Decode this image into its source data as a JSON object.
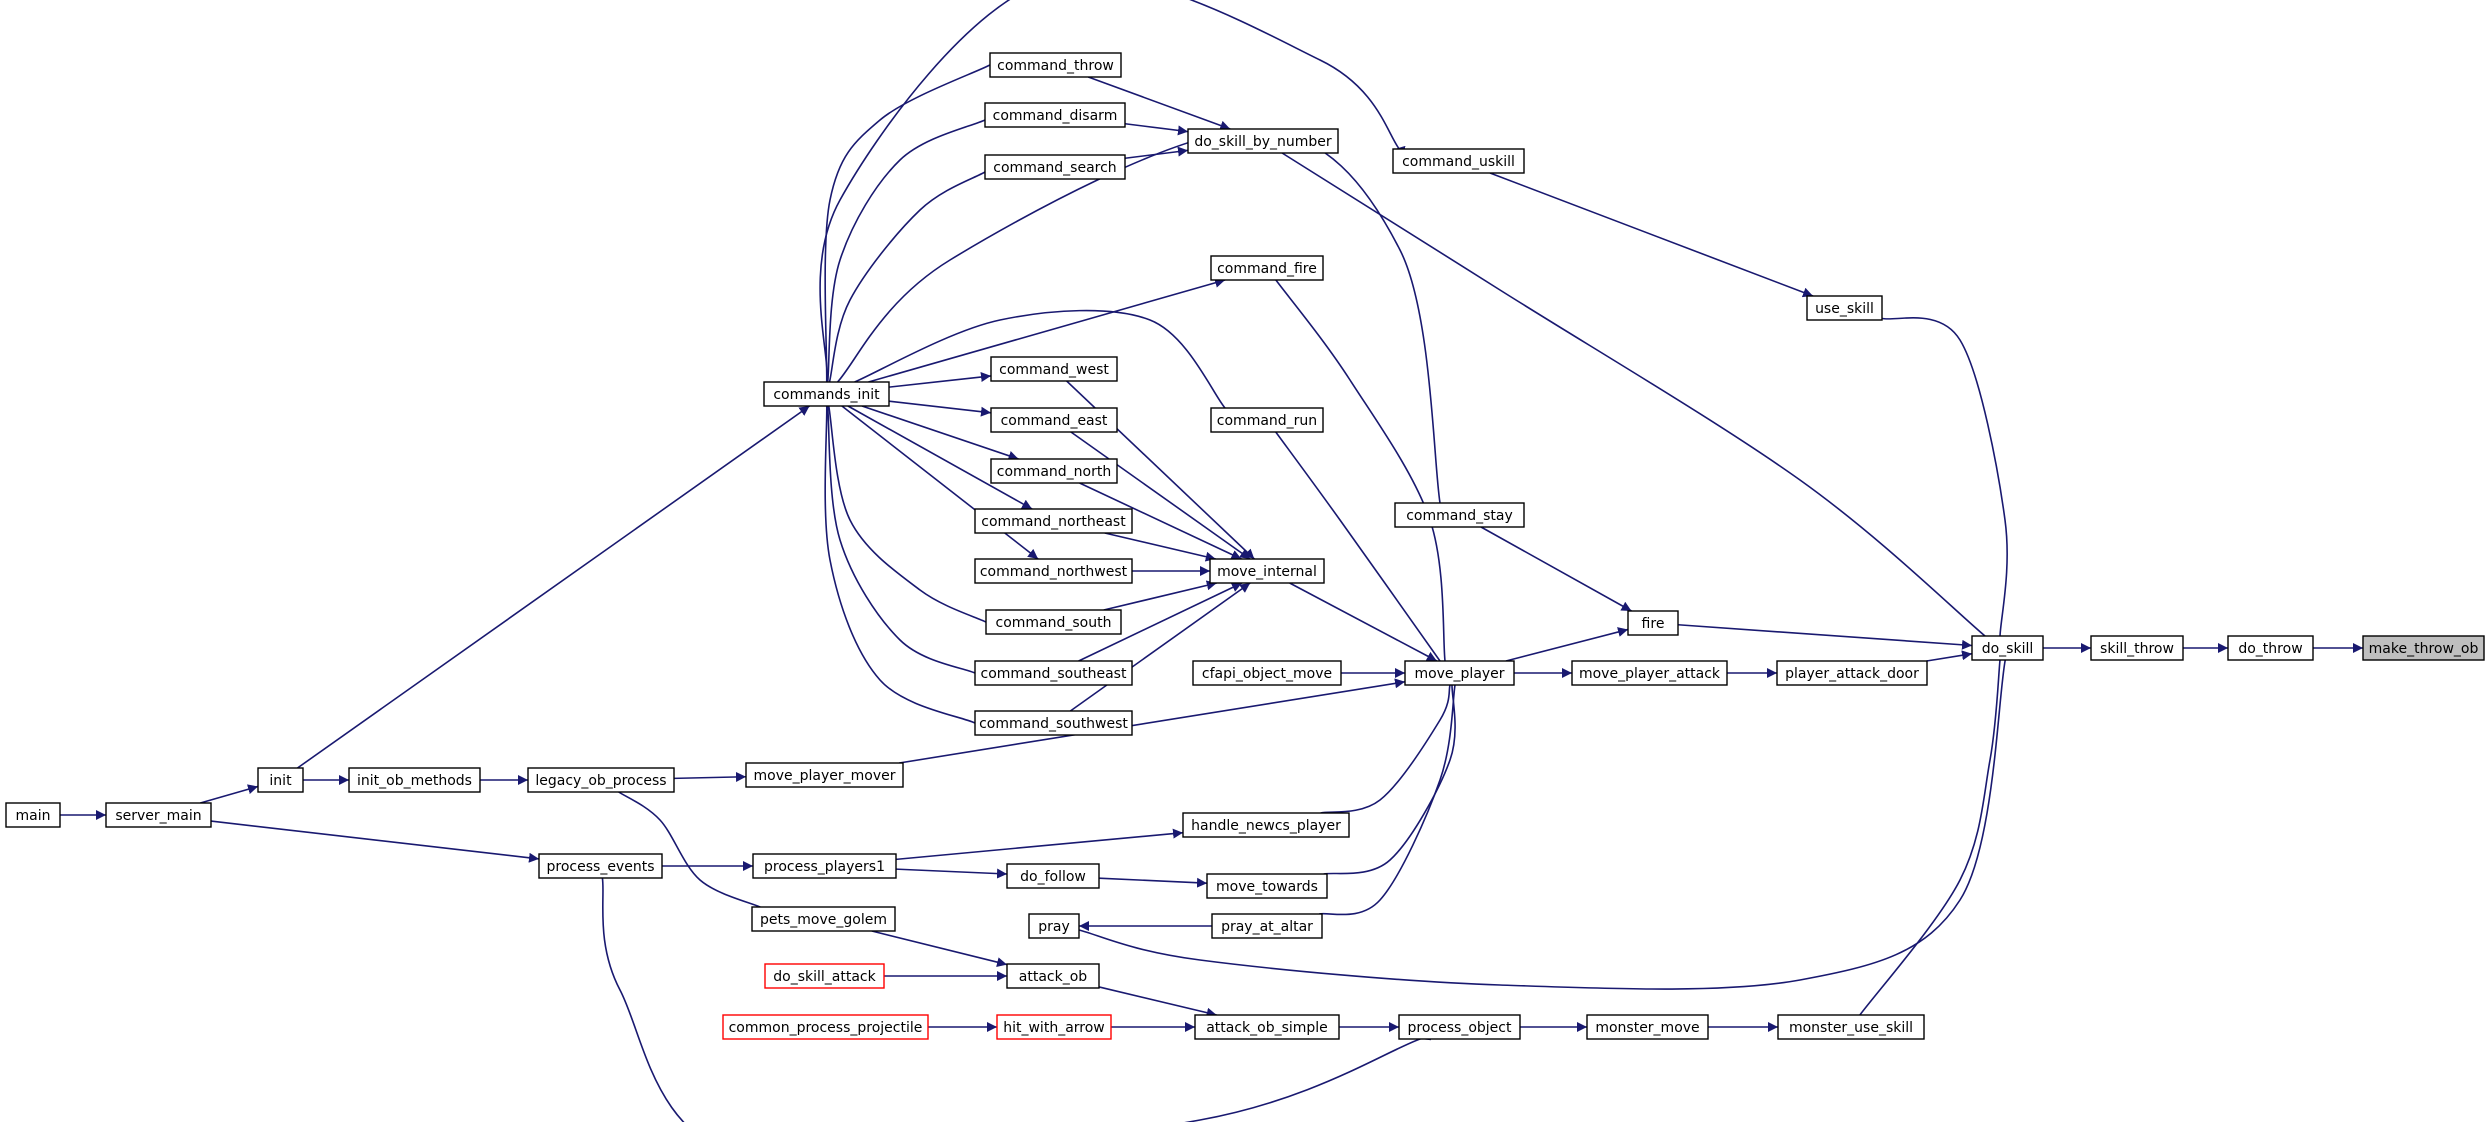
{
  "colors": {
    "edge": "#191970",
    "node_border": "#000000",
    "external_border": "#ff0000",
    "root_fill": "#bfbfbf"
  },
  "nodes": [
    {
      "id": "make_throw_ob",
      "label": "make_throw_ob",
      "style": "root"
    },
    {
      "id": "do_throw",
      "label": "do_throw"
    },
    {
      "id": "skill_throw",
      "label": "skill_throw"
    },
    {
      "id": "do_skill",
      "label": "do_skill"
    },
    {
      "id": "use_skill",
      "label": "use_skill"
    },
    {
      "id": "command_uskill",
      "label": "command_uskill"
    },
    {
      "id": "do_skill_by_number",
      "label": "do_skill_by_number"
    },
    {
      "id": "command_throw",
      "label": "command_throw"
    },
    {
      "id": "command_disarm",
      "label": "command_disarm"
    },
    {
      "id": "command_search",
      "label": "command_search"
    },
    {
      "id": "command_fire",
      "label": "command_fire"
    },
    {
      "id": "command_west",
      "label": "command_west"
    },
    {
      "id": "command_east",
      "label": "command_east"
    },
    {
      "id": "command_run",
      "label": "command_run"
    },
    {
      "id": "command_north",
      "label": "command_north"
    },
    {
      "id": "command_northeast",
      "label": "command_northeast"
    },
    {
      "id": "command_stay",
      "label": "command_stay"
    },
    {
      "id": "command_northwest",
      "label": "command_northwest"
    },
    {
      "id": "move_internal",
      "label": "move_internal"
    },
    {
      "id": "command_south",
      "label": "command_south"
    },
    {
      "id": "command_southeast",
      "label": "command_southeast"
    },
    {
      "id": "command_southwest",
      "label": "command_southwest"
    },
    {
      "id": "commands_init",
      "label": "commands_init"
    },
    {
      "id": "fire",
      "label": "fire"
    },
    {
      "id": "move_player",
      "label": "move_player"
    },
    {
      "id": "cfapi_object_move",
      "label": "cfapi_object_move"
    },
    {
      "id": "move_player_attack",
      "label": "move_player_attack"
    },
    {
      "id": "player_attack_door",
      "label": "player_attack_door"
    },
    {
      "id": "main",
      "label": "main"
    },
    {
      "id": "server_main",
      "label": "server_main"
    },
    {
      "id": "init",
      "label": "init"
    },
    {
      "id": "init_ob_methods",
      "label": "init_ob_methods"
    },
    {
      "id": "legacy_ob_process",
      "label": "legacy_ob_process"
    },
    {
      "id": "move_player_mover",
      "label": "move_player_mover"
    },
    {
      "id": "handle_newcs_player",
      "label": "handle_newcs_player"
    },
    {
      "id": "process_events",
      "label": "process_events"
    },
    {
      "id": "process_players1",
      "label": "process_players1"
    },
    {
      "id": "do_follow",
      "label": "do_follow"
    },
    {
      "id": "move_towards",
      "label": "move_towards"
    },
    {
      "id": "pets_move_golem",
      "label": "pets_move_golem"
    },
    {
      "id": "pray",
      "label": "pray"
    },
    {
      "id": "pray_at_altar",
      "label": "pray_at_altar"
    },
    {
      "id": "do_skill_attack",
      "label": "do_skill_attack",
      "style": "red"
    },
    {
      "id": "attack_ob",
      "label": "attack_ob"
    },
    {
      "id": "common_process_projectile",
      "label": "common_process_projectile",
      "style": "red"
    },
    {
      "id": "hit_with_arrow",
      "label": "hit_with_arrow",
      "style": "red"
    },
    {
      "id": "attack_ob_simple",
      "label": "attack_ob_simple"
    },
    {
      "id": "process_object",
      "label": "process_object"
    },
    {
      "id": "monster_move",
      "label": "monster_move"
    },
    {
      "id": "monster_use_skill",
      "label": "monster_use_skill"
    }
  ],
  "edges": [
    {
      "from": "do_throw",
      "to": "make_throw_ob"
    },
    {
      "from": "skill_throw",
      "to": "do_throw"
    },
    {
      "from": "do_skill",
      "to": "skill_throw"
    },
    {
      "from": "use_skill",
      "to": "do_skill"
    },
    {
      "from": "command_uskill",
      "to": "use_skill"
    },
    {
      "from": "commands_init",
      "to": "command_uskill"
    },
    {
      "from": "do_skill_by_number",
      "to": "do_skill"
    },
    {
      "from": "command_throw",
      "to": "do_skill_by_number"
    },
    {
      "from": "command_disarm",
      "to": "do_skill_by_number"
    },
    {
      "from": "command_search",
      "to": "do_skill_by_number"
    },
    {
      "from": "commands_init",
      "to": "command_throw"
    },
    {
      "from": "commands_init",
      "to": "command_disarm"
    },
    {
      "from": "commands_init",
      "to": "command_search"
    },
    {
      "from": "commands_init",
      "to": "command_fire"
    },
    {
      "from": "commands_init",
      "to": "command_west"
    },
    {
      "from": "commands_init",
      "to": "command_east"
    },
    {
      "from": "commands_init",
      "to": "command_run"
    },
    {
      "from": "commands_init",
      "to": "command_north"
    },
    {
      "from": "commands_init",
      "to": "command_northeast"
    },
    {
      "from": "commands_init",
      "to": "command_stay"
    },
    {
      "from": "commands_init",
      "to": "command_northwest"
    },
    {
      "from": "commands_init",
      "to": "command_south"
    },
    {
      "from": "commands_init",
      "to": "command_southeast"
    },
    {
      "from": "commands_init",
      "to": "command_southwest"
    },
    {
      "from": "command_west",
      "to": "move_internal"
    },
    {
      "from": "command_east",
      "to": "move_internal"
    },
    {
      "from": "command_north",
      "to": "move_internal"
    },
    {
      "from": "command_northeast",
      "to": "move_internal"
    },
    {
      "from": "command_northwest",
      "to": "move_internal"
    },
    {
      "from": "command_south",
      "to": "move_internal"
    },
    {
      "from": "command_southeast",
      "to": "move_internal"
    },
    {
      "from": "command_southwest",
      "to": "move_internal"
    },
    {
      "from": "fire",
      "to": "do_skill"
    },
    {
      "from": "command_stay",
      "to": "fire"
    },
    {
      "from": "move_player",
      "to": "fire"
    },
    {
      "from": "command_fire",
      "to": "move_player"
    },
    {
      "from": "command_run",
      "to": "move_player"
    },
    {
      "from": "move_internal",
      "to": "move_player"
    },
    {
      "from": "cfapi_object_move",
      "to": "move_player"
    },
    {
      "from": "move_player_mover",
      "to": "move_player"
    },
    {
      "from": "handle_newcs_player",
      "to": "move_player"
    },
    {
      "from": "move_towards",
      "to": "move_player"
    },
    {
      "from": "pray_at_altar",
      "to": "move_player"
    },
    {
      "from": "move_player",
      "to": "move_player_attack"
    },
    {
      "from": "move_player_attack",
      "to": "player_attack_door"
    },
    {
      "from": "player_attack_door",
      "to": "do_skill"
    },
    {
      "from": "main",
      "to": "server_main"
    },
    {
      "from": "server_main",
      "to": "init"
    },
    {
      "from": "server_main",
      "to": "process_events"
    },
    {
      "from": "init",
      "to": "commands_init"
    },
    {
      "from": "init",
      "to": "init_ob_methods"
    },
    {
      "from": "init_ob_methods",
      "to": "legacy_ob_process"
    },
    {
      "from": "legacy_ob_process",
      "to": "move_player_mover"
    },
    {
      "from": "legacy_ob_process",
      "to": "pets_move_golem"
    },
    {
      "from": "process_events",
      "to": "process_players1"
    },
    {
      "from": "process_events",
      "to": "process_object"
    },
    {
      "from": "process_players1",
      "to": "handle_newcs_player"
    },
    {
      "from": "process_players1",
      "to": "do_follow"
    },
    {
      "from": "do_follow",
      "to": "move_towards"
    },
    {
      "from": "pray_at_altar",
      "to": "pray"
    },
    {
      "from": "do_skill",
      "to": "pray"
    },
    {
      "from": "pets_move_golem",
      "to": "attack_ob"
    },
    {
      "from": "do_skill_attack",
      "to": "attack_ob"
    },
    {
      "from": "attack_ob",
      "to": "attack_ob_simple"
    },
    {
      "from": "common_process_projectile",
      "to": "hit_with_arrow"
    },
    {
      "from": "hit_with_arrow",
      "to": "attack_ob_simple"
    },
    {
      "from": "attack_ob_simple",
      "to": "process_object"
    },
    {
      "from": "process_object",
      "to": "monster_move"
    },
    {
      "from": "monster_move",
      "to": "monster_use_skill"
    },
    {
      "from": "monster_use_skill",
      "to": "do_skill"
    }
  ]
}
